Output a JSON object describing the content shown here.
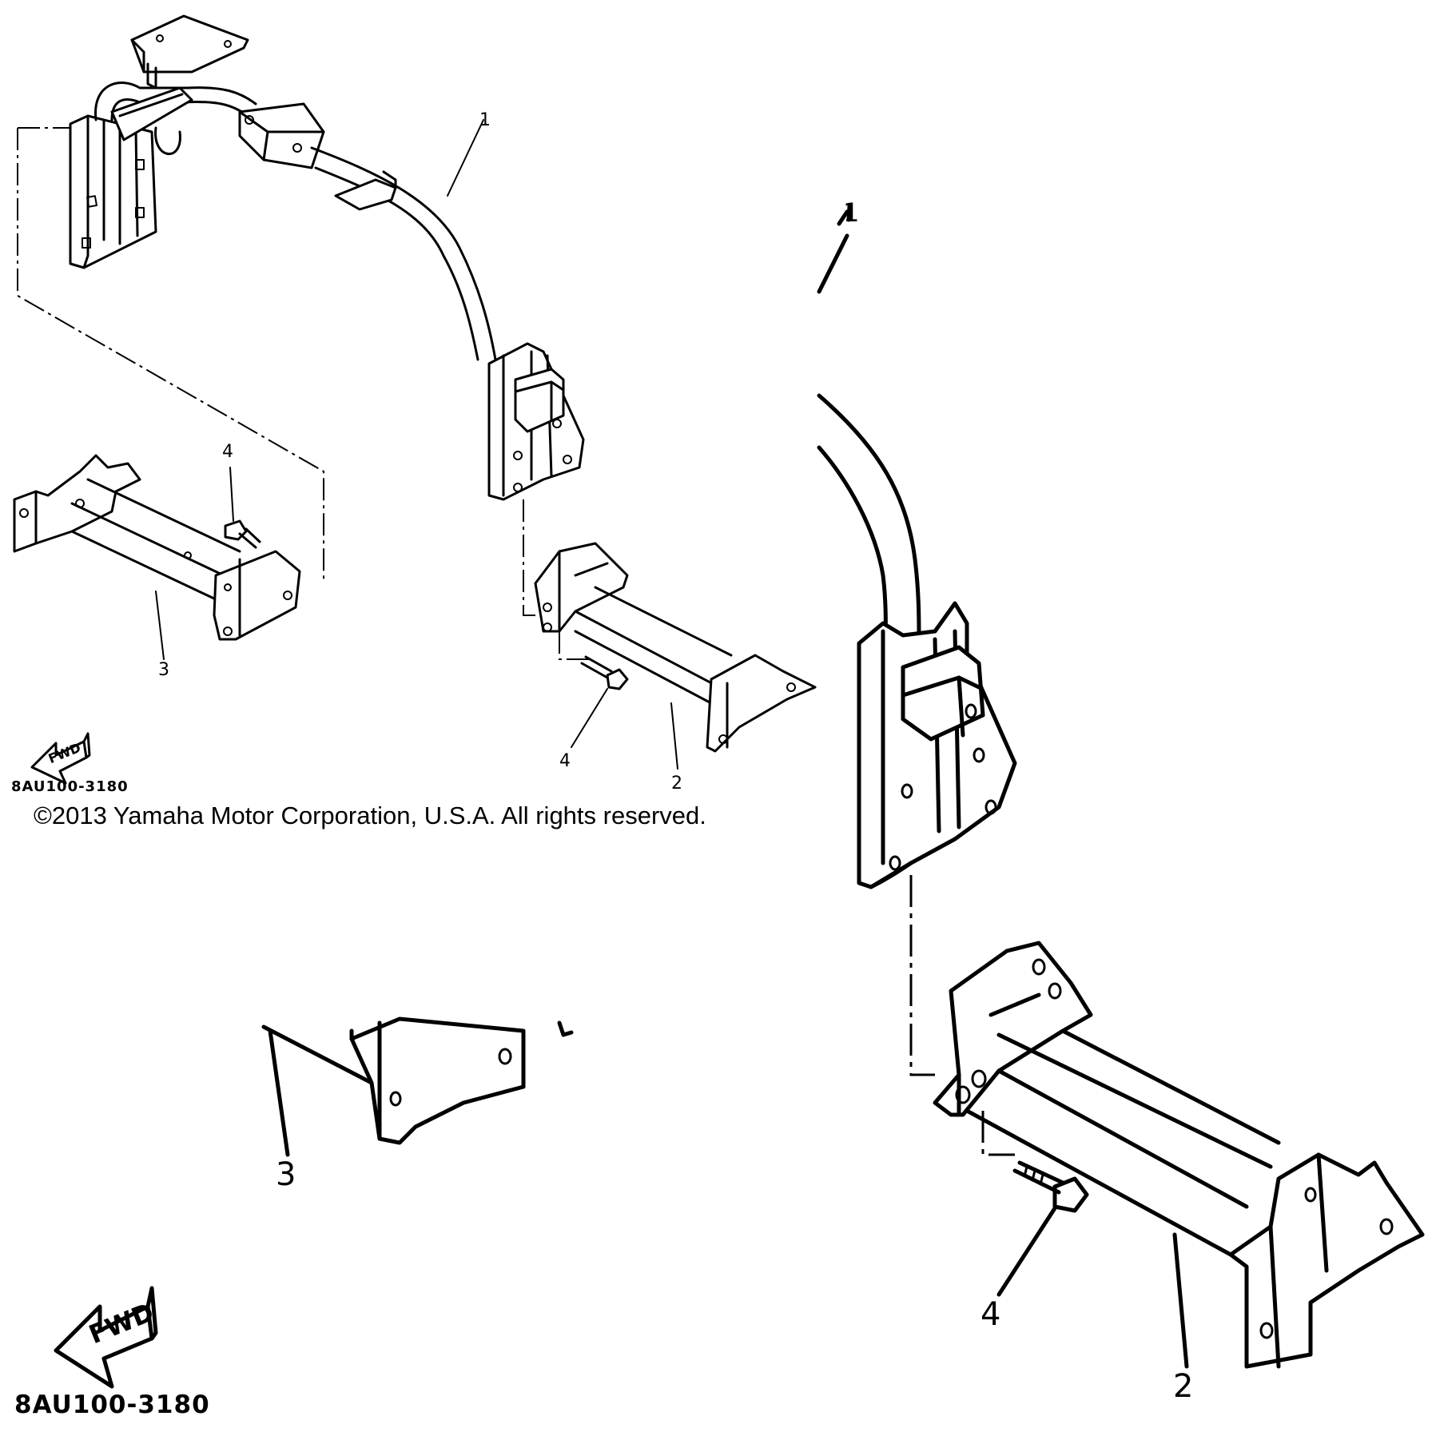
{
  "diagram": {
    "callouts": {
      "small_1": "1",
      "small_2": "2",
      "small_3": "3",
      "small_4a": "4",
      "small_4b": "4",
      "large_1": "1",
      "large_2": "2",
      "large_3": "3",
      "large_4": "4"
    },
    "fwd_small": "FWD",
    "fwd_large": "FWD",
    "code_small": "8AU100-3180",
    "code_large": "8AU100-3180",
    "copyright": "©2013 Yamaha Motor Corporation, U.S.A. All rights reserved."
  }
}
